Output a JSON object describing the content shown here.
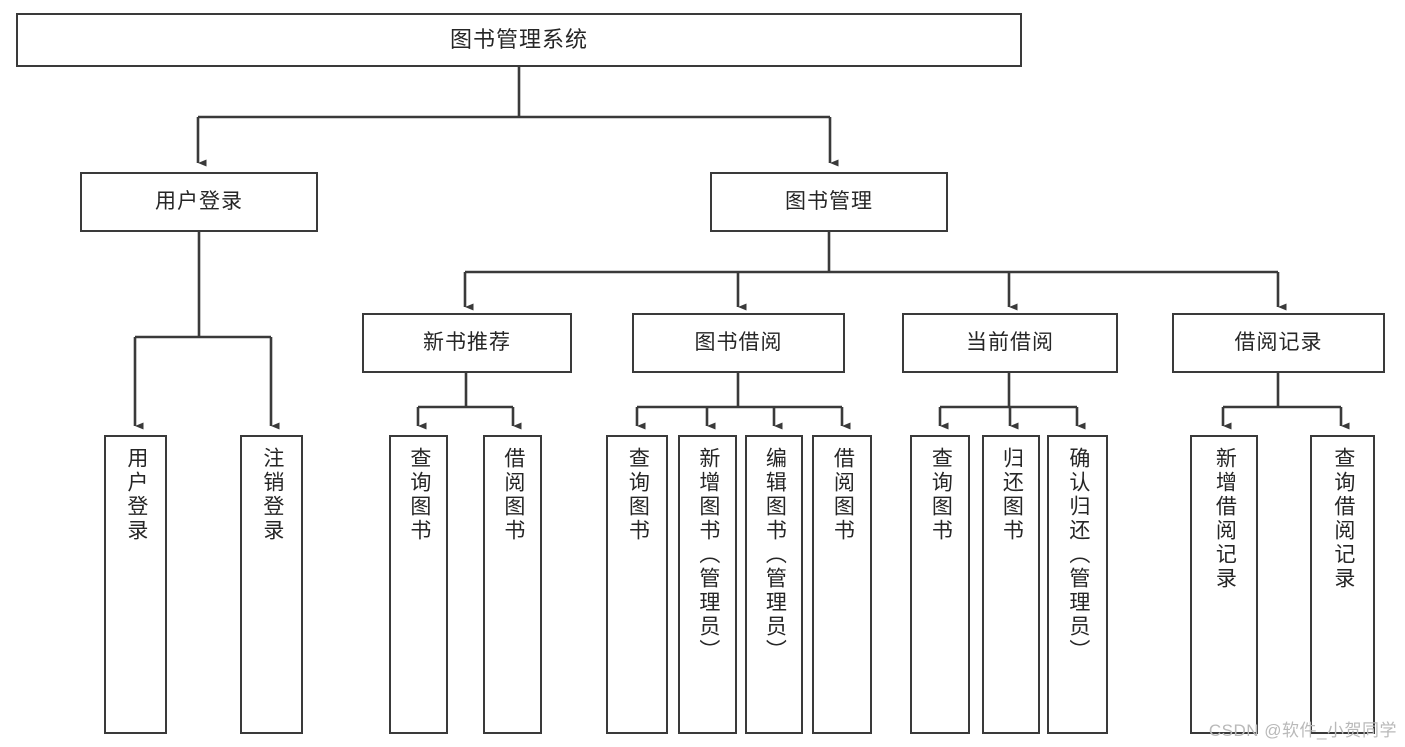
{
  "diagram": {
    "title": "图书管理系统",
    "watermark": "CSDN @软件_小贺同学",
    "colors": {
      "box_border": "#3a3a3a",
      "connector": "#3a3a3a",
      "text": "#262626",
      "background": "#ffffff",
      "watermark": "#b9b9b9"
    },
    "root": {
      "label": "图书管理系统"
    },
    "level2": [
      {
        "label": "用户登录"
      },
      {
        "label": "图书管理"
      }
    ],
    "level3": [
      {
        "label": "新书推荐"
      },
      {
        "label": "图书借阅"
      },
      {
        "label": "当前借阅"
      },
      {
        "label": "借阅记录"
      }
    ],
    "leaves": {
      "user_login": [
        {
          "label": "用户登录"
        },
        {
          "label": "注销登录"
        }
      ],
      "new_book": [
        {
          "label": "查询图书"
        },
        {
          "label": "借阅图书"
        }
      ],
      "book_borrow": [
        {
          "label": "查询图书"
        },
        {
          "label": "新增图书（管理员）"
        },
        {
          "label": "编辑图书（管理员）"
        },
        {
          "label": "借阅图书"
        }
      ],
      "current_borrow": [
        {
          "label": "查询图书"
        },
        {
          "label": "归还图书"
        },
        {
          "label": "确认归还（管理员）"
        }
      ],
      "borrow_record": [
        {
          "label": "新增借阅记录"
        },
        {
          "label": "查询借阅记录"
        }
      ]
    }
  }
}
